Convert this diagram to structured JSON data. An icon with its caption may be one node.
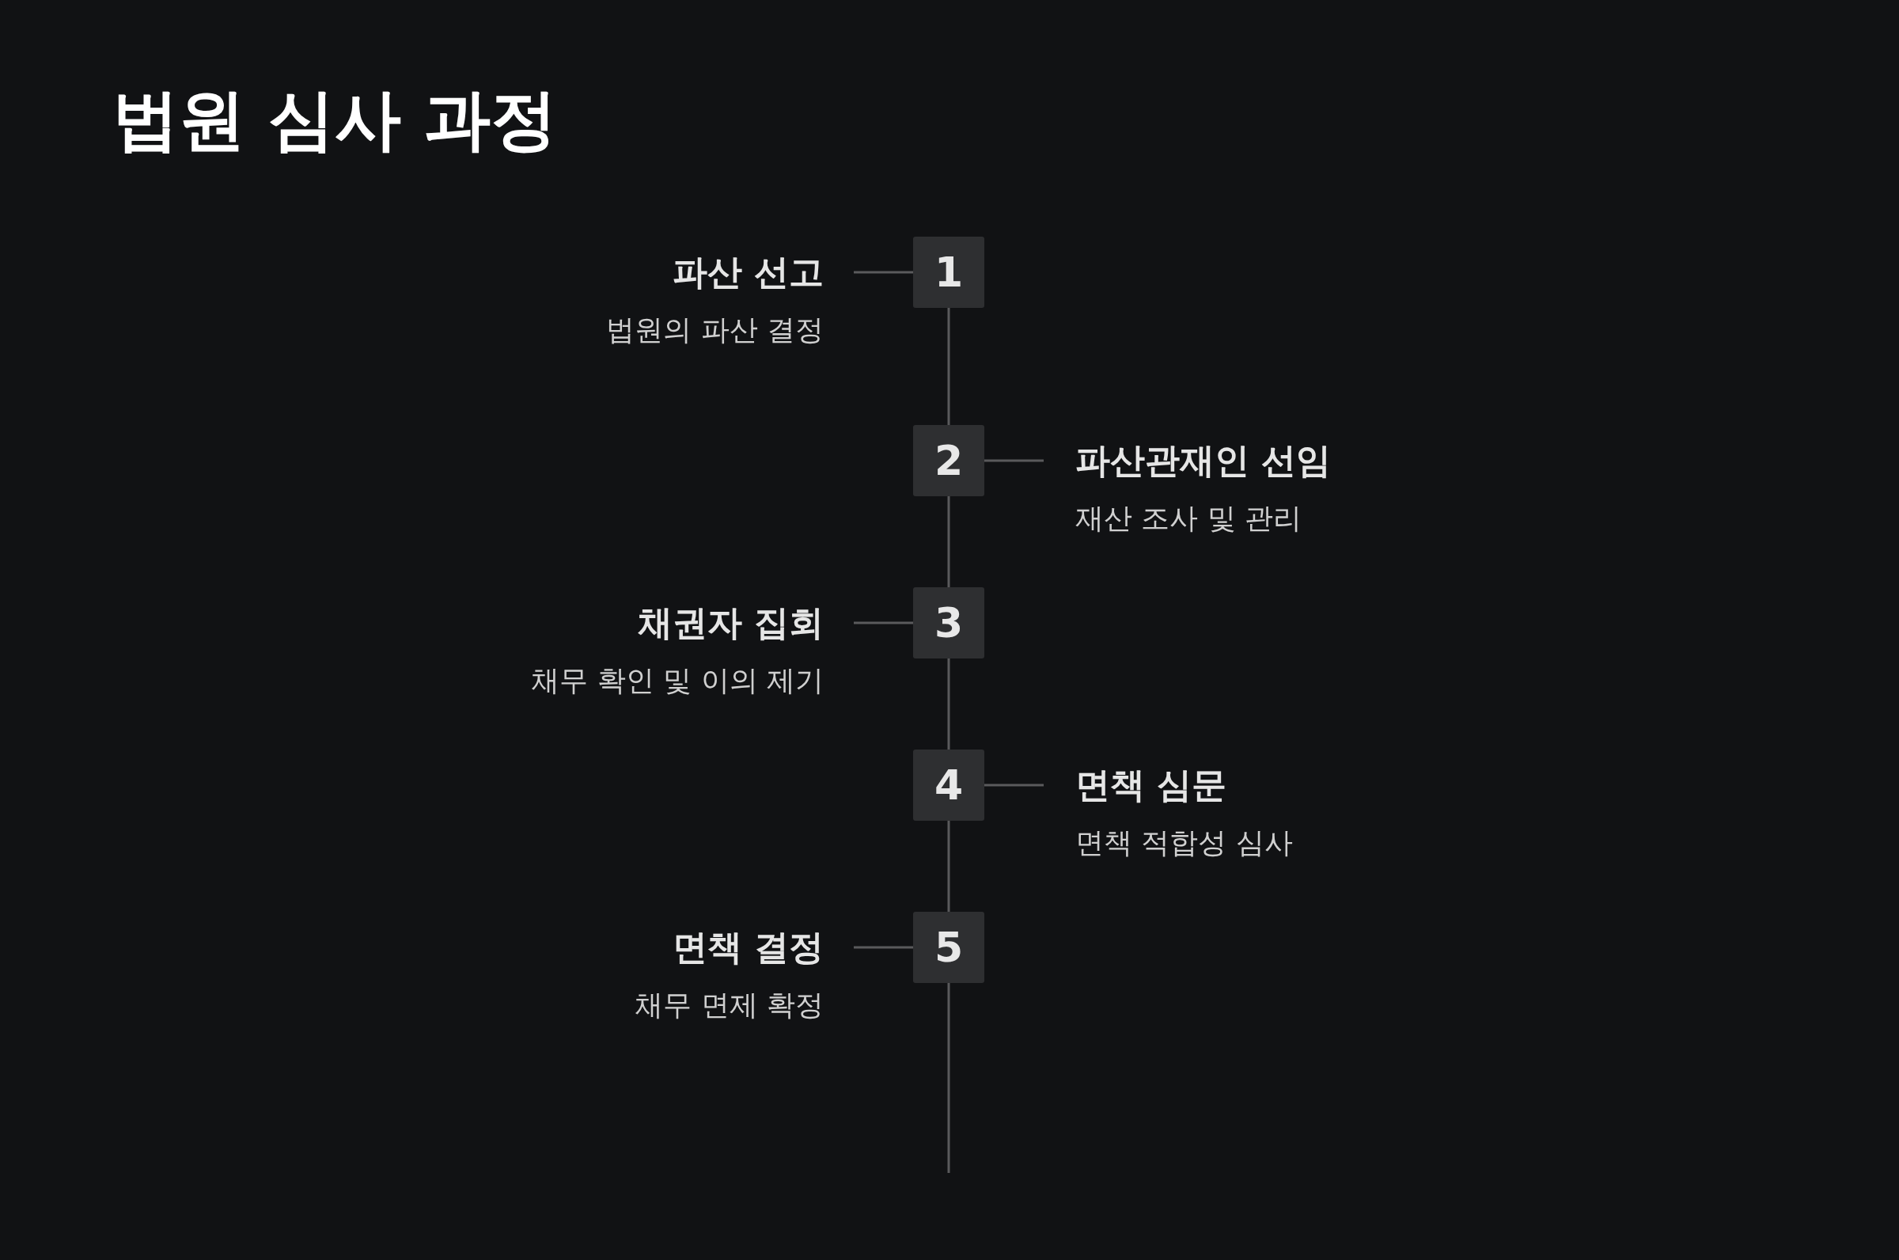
{
  "diagram": {
    "title": "법원 심사 과정",
    "nodes": [
      {
        "text": [
          "파산 선고",
          "법원의 파산 결정"
        ]
      },
      {
        "text": [
          "1"
        ]
      },
      {
        "text": [
          "2"
        ]
      },
      {
        "text": [
          "파산관재인 선임",
          "재산 조사 및 관리"
        ]
      },
      {
        "text": [
          "채권자 집회",
          "채무 확인 및 이의 제기"
        ]
      },
      {
        "text": [
          "3"
        ]
      },
      {
        "text": [
          "4"
        ]
      },
      {
        "text": [
          "면책 심문",
          "면책 적합성 심사"
        ]
      },
      {
        "text": [
          "면책 결정",
          "채무 면제 확정"
        ]
      },
      {
        "text": [
          "5"
        ]
      }
    ],
    "edges": [
      {
        "from": 0,
        "to": 1,
        "arrow": "none"
      },
      {
        "from": 1,
        "to": 2,
        "arrow": "none"
      },
      {
        "from": 2,
        "to": 3,
        "arrow": "none"
      },
      {
        "from": 2,
        "to": 5,
        "arrow": "none"
      },
      {
        "from": 4,
        "to": 5,
        "arrow": "none"
      },
      {
        "from": 5,
        "to": 6,
        "arrow": "none"
      },
      {
        "from": 6,
        "to": 7,
        "arrow": "none"
      },
      {
        "from": 6,
        "to": 9,
        "arrow": "none"
      },
      {
        "from": 8,
        "to": 9,
        "arrow": "none"
      },
      {
        "from": 9,
        "to": null,
        "arrow": "none"
      }
    ]
  }
}
